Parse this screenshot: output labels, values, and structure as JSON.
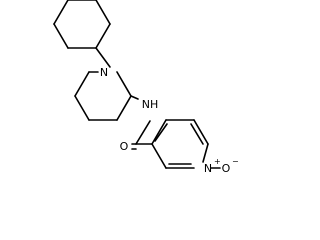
{
  "molecule": {
    "atoms": {
      "n_piperidine": "N",
      "n_amide": "NH",
      "o_carbonyl": "O",
      "n_pyridine": "N",
      "o_noxide": "O"
    },
    "charges": {
      "n_pyridine": "+",
      "o_noxide": "−"
    }
  },
  "colors": {
    "bond": "#000000",
    "label": "#000000",
    "background": "#ffffff"
  }
}
